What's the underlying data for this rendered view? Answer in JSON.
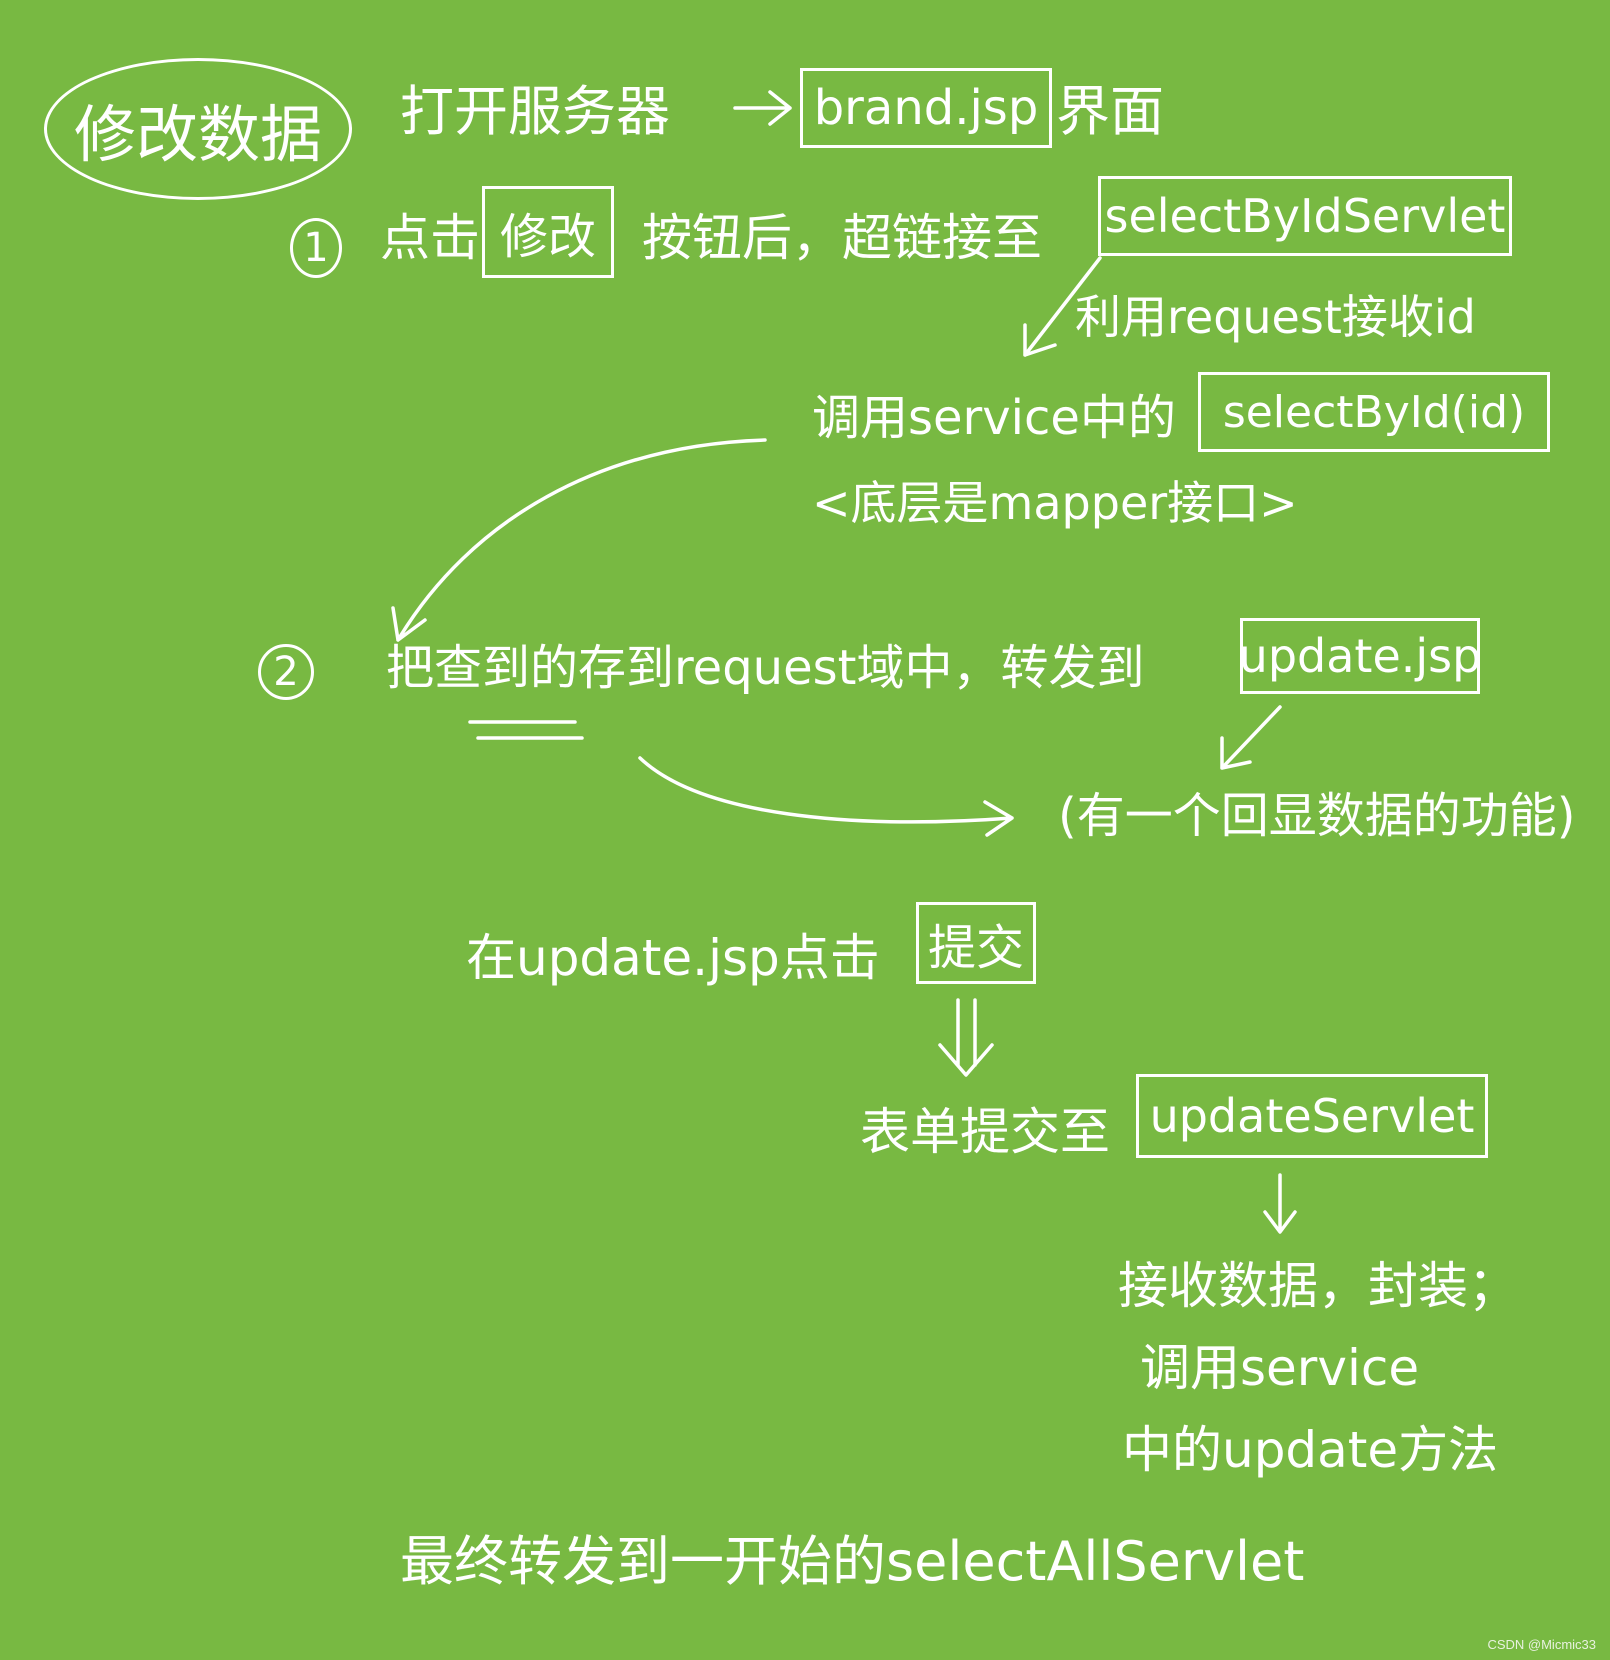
{
  "title": "修改数据",
  "step0": {
    "text": "打开服务器",
    "box": "brand.jsp",
    "suffix": "界面"
  },
  "step1": {
    "num": "1",
    "pre": "点击",
    "button_box": "修改",
    "mid": "按钮后，超链接至",
    "servlet_box": "selectByIdServlet"
  },
  "note_request": "利用request接收id",
  "service_call": {
    "pre": "调用service中的",
    "box": "selectById(id)"
  },
  "mapper_note": "<底层是mapper接口>",
  "step2": {
    "num": "2",
    "text": "把查到的存到request域中，转发到",
    "box": "update.jsp"
  },
  "echo_note": "(有一个回显数据的功能)",
  "submit": {
    "pre": "在update.jsp点击",
    "box": "提交"
  },
  "form_submit": {
    "pre": "表单提交至",
    "box": "updateServlet"
  },
  "receive": {
    "line1": "接收数据，封装；",
    "line2": "调用service",
    "line3": "中的update方法"
  },
  "final": "最终转发到一开始的selectAllServlet",
  "watermark": "CSDN @Micmic33"
}
